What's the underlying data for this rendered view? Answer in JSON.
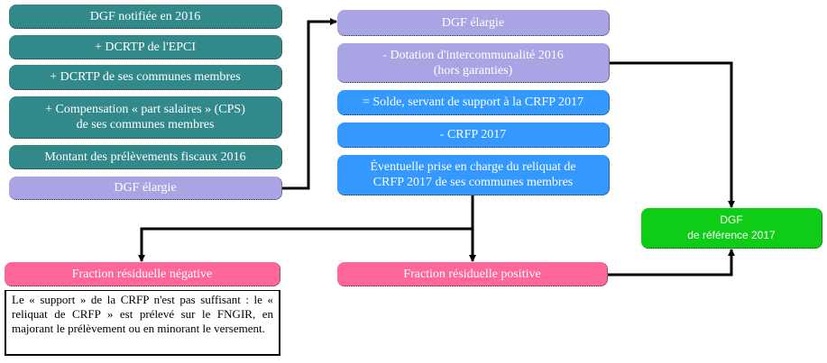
{
  "left_column": {
    "items": [
      {
        "lines": [
          "DGF notifiée en 2016"
        ]
      },
      {
        "lines": [
          "+ DCRTP de l'EPCI"
        ]
      },
      {
        "lines": [
          "+ DCRTP de ses communes membres"
        ]
      },
      {
        "lines": [
          "+ Compensation « part salaires » (CPS)",
          "de ses communes membres"
        ]
      },
      {
        "lines": [
          "Montant des prélèvements fiscaux 2016"
        ]
      },
      {
        "lines": [
          "DGF élargie"
        ]
      }
    ]
  },
  "middle_column": {
    "items": [
      {
        "lines": [
          "DGF élargie"
        ]
      },
      {
        "lines": [
          "- Dotation d'intercommunalité 2016",
          "(hors garanties)"
        ]
      },
      {
        "lines": [
          "= Solde, servant de support à la CRFP 2017"
        ]
      },
      {
        "lines": [
          "- CRFP 2017"
        ]
      },
      {
        "lines": [
          "Éventuelle prise en charge du reliquat de",
          "CRFP 2017 de ses communes membres"
        ]
      }
    ]
  },
  "result": {
    "lines": [
      "DGF",
      "de référence 2017"
    ]
  },
  "fractions": {
    "negative": "Fraction résiduelle négative",
    "positive": "Fraction résiduelle positive"
  },
  "note": "Le « support » de la CRFP n'est pas suffisant : le « reliquat de CRFP » est prélevé sur le FNGIR, en majorant le prélèvement ou en minorant le versement.",
  "colors": {
    "teal": "#31898a",
    "lavender": "#a9a4e3",
    "blue": "#3399ff",
    "green": "#0fcc16",
    "pink": "#ff6699",
    "connector": "#000000"
  }
}
